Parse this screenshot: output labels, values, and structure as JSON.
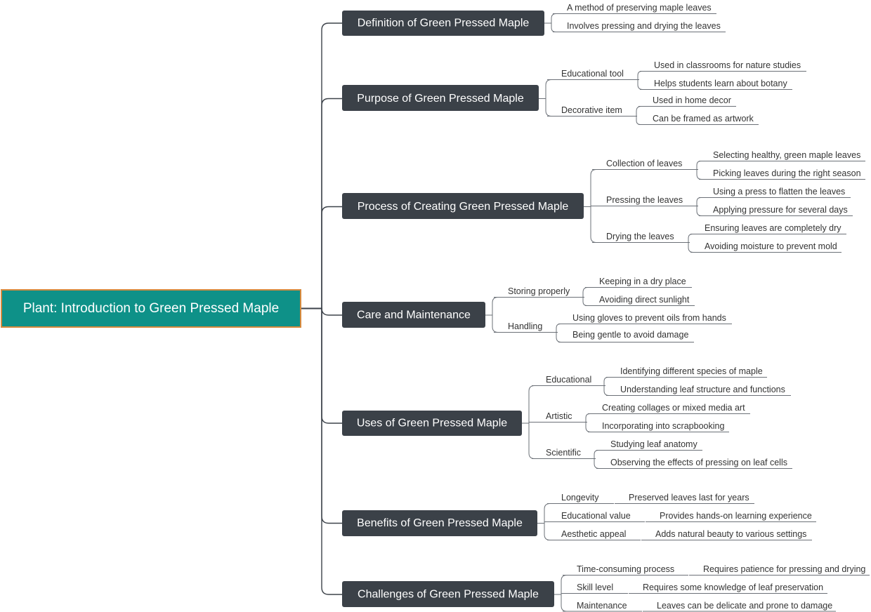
{
  "colors": {
    "root_fill": "#0e9188",
    "root_border": "#d6893d",
    "topic_fill": "#3b4148",
    "line": "#3d434a"
  },
  "root": {
    "label": "Plant: Introduction to Green Pressed Maple"
  },
  "topics": [
    {
      "label": "Definition of Green Pressed Maple",
      "children": [
        {
          "label": "A method of preserving maple leaves",
          "children": []
        },
        {
          "label": "Involves pressing and drying the leaves",
          "children": []
        }
      ]
    },
    {
      "label": "Purpose of Green Pressed Maple",
      "children": [
        {
          "label": "Educational tool",
          "children": [
            {
              "label": "Used in classrooms for nature studies"
            },
            {
              "label": "Helps students learn about botany"
            }
          ]
        },
        {
          "label": "Decorative item",
          "children": [
            {
              "label": "Used in home decor"
            },
            {
              "label": "Can be framed as artwork"
            }
          ]
        }
      ]
    },
    {
      "label": "Process of Creating Green Pressed Maple",
      "children": [
        {
          "label": "Collection of leaves",
          "children": [
            {
              "label": "Selecting healthy, green maple leaves"
            },
            {
              "label": "Picking leaves during the right season"
            }
          ]
        },
        {
          "label": "Pressing the leaves",
          "children": [
            {
              "label": "Using a press to flatten the leaves"
            },
            {
              "label": "Applying pressure for several days"
            }
          ]
        },
        {
          "label": "Drying the leaves",
          "children": [
            {
              "label": "Ensuring leaves are completely dry"
            },
            {
              "label": "Avoiding moisture to prevent mold"
            }
          ]
        }
      ]
    },
    {
      "label": "Care and Maintenance",
      "children": [
        {
          "label": "Storing properly",
          "children": [
            {
              "label": "Keeping in a dry place"
            },
            {
              "label": "Avoiding direct sunlight"
            }
          ]
        },
        {
          "label": "Handling",
          "children": [
            {
              "label": "Using gloves to prevent oils from hands"
            },
            {
              "label": "Being gentle to avoid damage"
            }
          ]
        }
      ]
    },
    {
      "label": "Uses of Green Pressed Maple",
      "children": [
        {
          "label": "Educational",
          "children": [
            {
              "label": "Identifying different species of maple"
            },
            {
              "label": "Understanding leaf structure and functions"
            }
          ]
        },
        {
          "label": "Artistic",
          "children": [
            {
              "label": "Creating collages or mixed media art"
            },
            {
              "label": "Incorporating into scrapbooking"
            }
          ]
        },
        {
          "label": "Scientific",
          "children": [
            {
              "label": "Studying leaf anatomy"
            },
            {
              "label": "Observing the effects of pressing on leaf cells"
            }
          ]
        }
      ]
    },
    {
      "label": "Benefits of Green Pressed Maple",
      "children": [
        {
          "label": "Longevity",
          "children": [
            {
              "label": "Preserved leaves last for years"
            }
          ]
        },
        {
          "label": "Educational value",
          "children": [
            {
              "label": "Provides hands-on learning experience"
            }
          ]
        },
        {
          "label": "Aesthetic appeal",
          "children": [
            {
              "label": "Adds natural beauty to various settings"
            }
          ]
        }
      ]
    },
    {
      "label": "Challenges of Green Pressed Maple",
      "children": [
        {
          "label": "Time-consuming process",
          "children": [
            {
              "label": "Requires patience for pressing and drying"
            }
          ]
        },
        {
          "label": "Skill level",
          "children": [
            {
              "label": "Requires some knowledge of leaf preservation"
            }
          ]
        },
        {
          "label": "Maintenance",
          "children": [
            {
              "label": "Leaves can be delicate and prone to damage"
            }
          ]
        }
      ]
    }
  ]
}
